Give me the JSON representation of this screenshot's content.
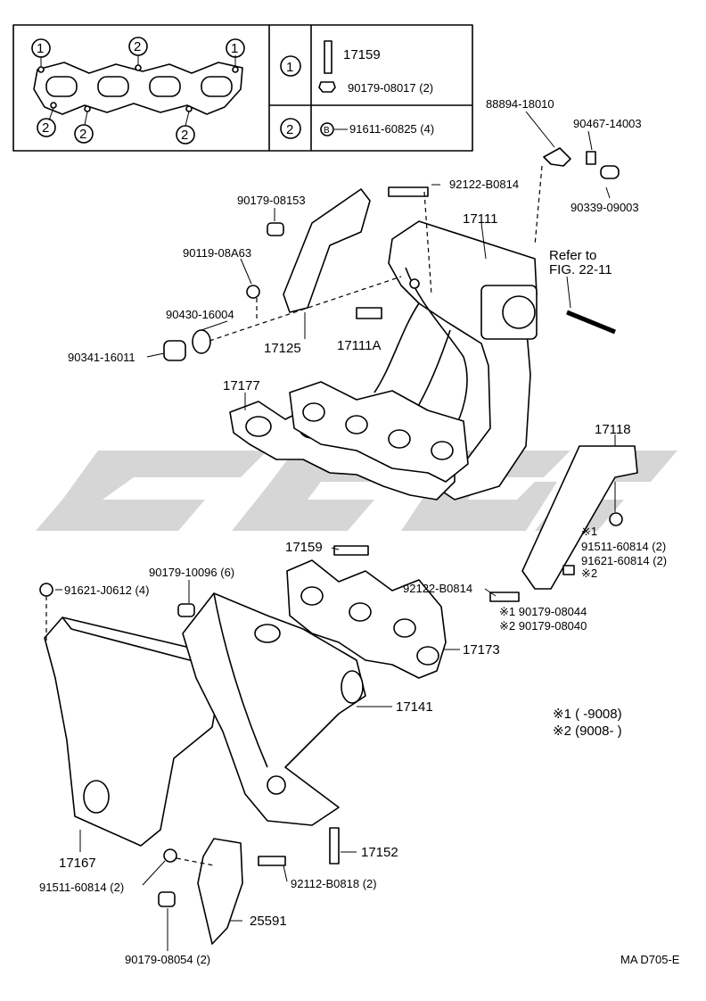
{
  "legend_box": {
    "key1": "1",
    "key2": "2",
    "row1_part_a": "17159",
    "row1_part_b": "90179-08017 (2)",
    "row2_part": "91611-60825 (4)",
    "bolt_symbol": "B"
  },
  "labels": {
    "p88894": "88894-18010",
    "p90467": "90467-14003",
    "p92122a": "92122-B0814",
    "p90179_08153": "90179-08153",
    "p17111": "17111",
    "p90339": "90339-09003",
    "refer_line1": "Refer to",
    "refer_line2": "FIG. 22-11",
    "p90119": "90119-08A63",
    "p90430": "90430-16004",
    "p90341": "90341-16011",
    "p17125": "17125",
    "p17111A": "17111A",
    "p17177": "17177",
    "p17118": "17118",
    "note_m1": "※1",
    "p91511_right": "91511-60814 (2)",
    "p91621_right": "91621-60814 (2)",
    "note_m2": "※2",
    "p17159": "17159",
    "p90179_10096": "90179-10096 (6)",
    "p91621_J": "91621-J0612 (4)",
    "p92122b": "92122-B0814",
    "p90179_08044": "※1 90179-08044",
    "p90179_08040": "※2 90179-08040",
    "p17173": "17173",
    "p17141": "17141",
    "note1": "※1 (        -9008)",
    "note2": "※2 (9008-         )",
    "p17167": "17167",
    "p17152": "17152",
    "p91511_bottom": "91511-60814 (2)",
    "p92112": "92112-B0818 (2)",
    "p25591": "25591",
    "p90179_08054": "90179-08054 (2)",
    "figure_code": "MA D705-E"
  },
  "colors": {
    "ink": "#000000",
    "watermark": "#d6d6d6"
  }
}
